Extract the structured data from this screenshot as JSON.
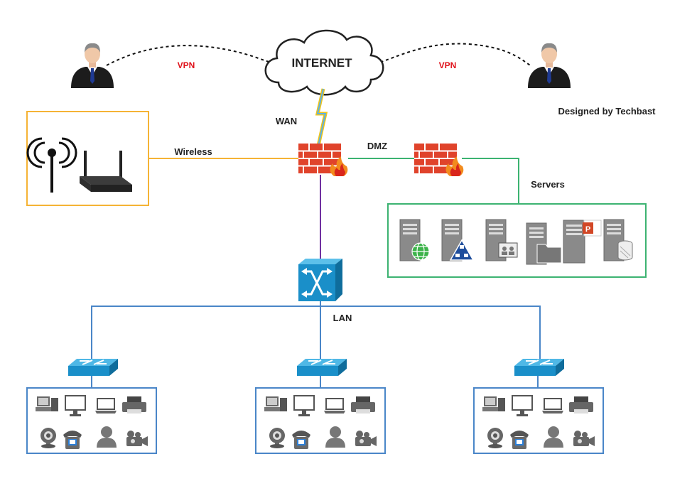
{
  "internet_label": "INTERNET",
  "vpn_left_label": "VPN",
  "vpn_right_label": "VPN",
  "credit": "Designed by Techbast",
  "wan_label": "WAN",
  "wireless_label": "Wireless",
  "dmz_label": "DMZ",
  "servers_label": "Servers",
  "lan_label": "LAN",
  "colors": {
    "wireless_link": "#f5b335",
    "dmz_link": "#3cb371",
    "core_link": "#7030a0",
    "lan_link": "#4a86c8",
    "vpn_text": "#e0121b",
    "firewall": "#e0432b",
    "switch": "#1a8fc9"
  }
}
